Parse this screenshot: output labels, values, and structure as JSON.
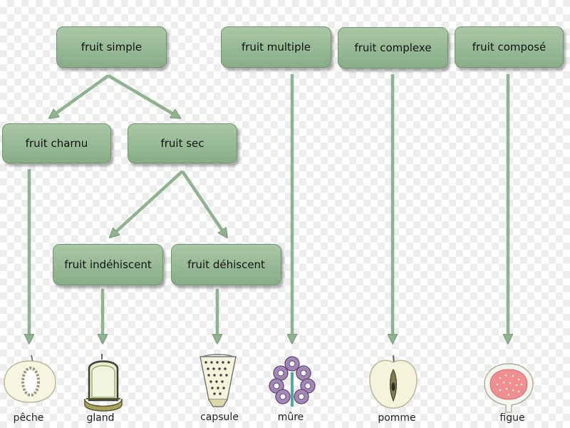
{
  "nodes": {
    "fruit_simple": "fruit simple",
    "fruit_multiple": "fruit multiple",
    "fruit_complexe": "fruit complexe",
    "fruit_compose": "fruit composé",
    "fruit_charnu": "fruit charnu",
    "fruit_sec": "fruit sec",
    "fruit_indehiscent": "fruit indéhiscent",
    "fruit_dehiscent": "fruit déhiscent"
  },
  "examples": {
    "peche": "pêche",
    "gland": "gland",
    "capsule": "capsule",
    "mure": "mûre",
    "pomme": "pomme",
    "figue": "figue"
  },
  "colors": {
    "node_fill": "#9dbd9b",
    "node_border": "#6f956f",
    "arrow": "#8fb38f"
  },
  "icons": [
    "peach-icon",
    "acorn-icon",
    "capsule-icon",
    "mulberry-icon",
    "apple-icon",
    "fig-icon"
  ]
}
